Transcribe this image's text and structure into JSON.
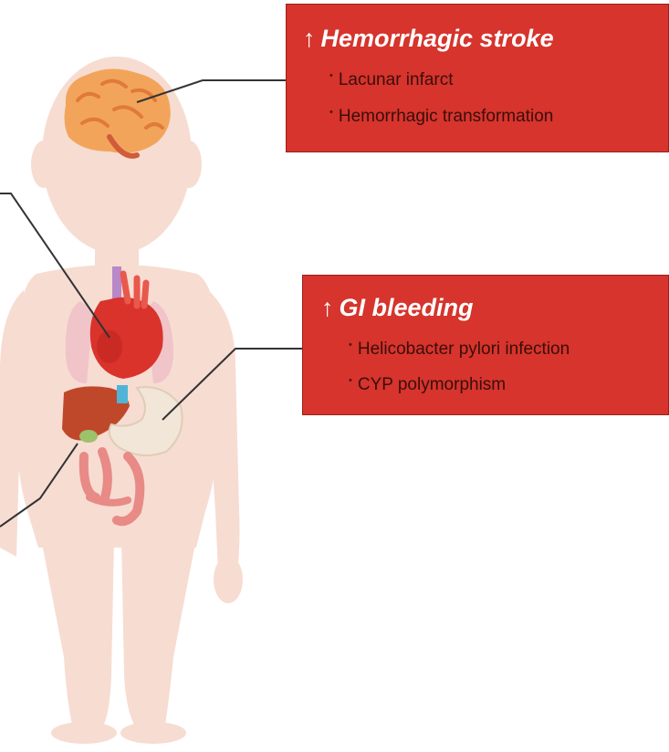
{
  "boxes": {
    "stroke": {
      "arrow": "↑",
      "title": "Hemorrhagic stroke",
      "bullet_mark": "•",
      "items": [
        "Lacunar infarct",
        "Hemorrhagic transformation"
      ]
    },
    "gi": {
      "arrow": "↑",
      "title": "GI bleeding",
      "bullet_mark": "•",
      "items": [
        "Helicobacter pylori infection",
        "CYP polymorphism"
      ]
    }
  },
  "colors": {
    "box_fill": "#d6342c",
    "body_skin": "#f7dcd2",
    "brain": "#f2a55a",
    "heart": "#d9332b",
    "liver": "#c0482a",
    "intestine": "#e88a86",
    "stomach": "#f1e6d8",
    "connector": "#333333"
  }
}
